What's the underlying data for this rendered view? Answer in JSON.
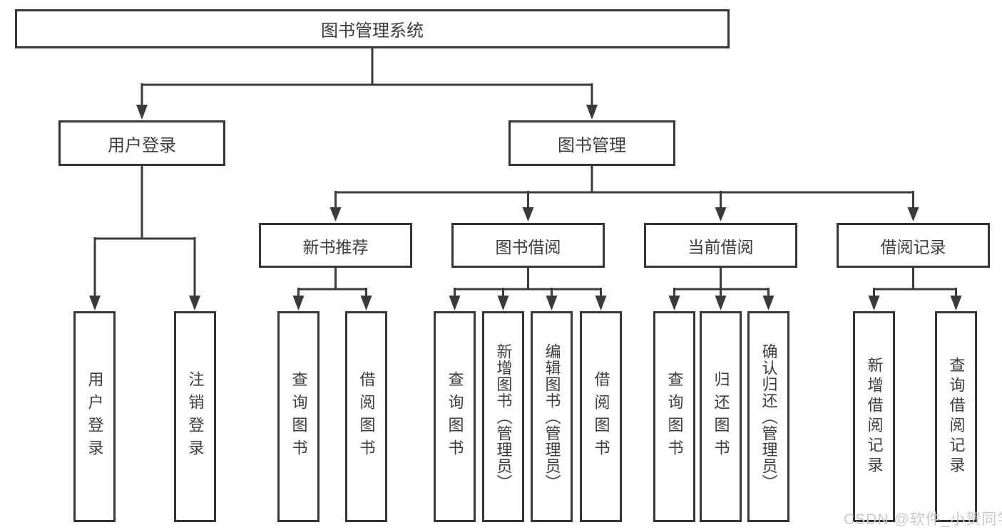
{
  "nodes": {
    "root": "图书管理系统",
    "l2": [
      "用户登录",
      "图书管理"
    ],
    "l3": [
      "新书推荐",
      "图书借阅",
      "当前借阅",
      "借阅记录"
    ],
    "leaves_login": [
      "用户登录",
      "注销登录"
    ],
    "leaves_newbook": [
      "查询图书",
      "借阅图书"
    ],
    "leaves_borrow": [
      "查询图书",
      "新增图书（管理员）",
      "编辑图书（管理员）",
      "借阅图书"
    ],
    "leaves_current": [
      "查询图书",
      "归还图书",
      "确认归还（管理员）"
    ],
    "leaves_record": [
      "新增借阅记录",
      "查询借阅记录"
    ]
  },
  "colors": {
    "line": "#3a3a3a",
    "border": "#353535",
    "text": "#3d3d3d",
    "watermark": "#c9c9c9"
  },
  "watermark": "CSDN @软件_小贺同学"
}
